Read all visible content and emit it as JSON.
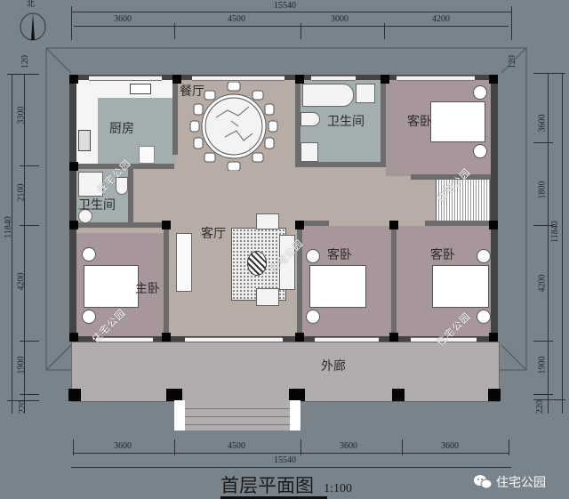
{
  "compass": {
    "label": "北"
  },
  "dimensions": {
    "top_total": "15540",
    "top_segments": [
      "3600",
      "4500",
      "3000",
      "4200"
    ],
    "bottom_total": "15540",
    "bottom_segments": [
      "3600",
      "4500",
      "3600",
      "3600"
    ],
    "left_total": "11840",
    "left_segments": [
      "120",
      "3300",
      "2100",
      "4200",
      "1900",
      "220"
    ],
    "right_total": "11840",
    "right_segments": [
      "120",
      "3600",
      "1800",
      "4200",
      "1900",
      "220"
    ]
  },
  "rooms": {
    "kitchen": "厨房",
    "dining": "餐厅",
    "bath_top": "卫生间",
    "bath_left": "卫生间",
    "guest_top_right": "客卧",
    "living": "客厅",
    "master": "主卧",
    "guest_mid": "客卧",
    "guest_right": "客卧",
    "porch": "外廊"
  },
  "title": {
    "main": "首层平面图",
    "scale": "1:100"
  },
  "watermark": {
    "text": "住宅公园",
    "brand": "住宅公园"
  },
  "colors": {
    "background": "#78838c",
    "living_floor": "#b7aca6",
    "bedroom_floor": "#a8979a",
    "wet_floor": "#a3aeae",
    "porch_floor": "#b1adad",
    "wall": "#6c6c6c",
    "column": "#050505"
  }
}
